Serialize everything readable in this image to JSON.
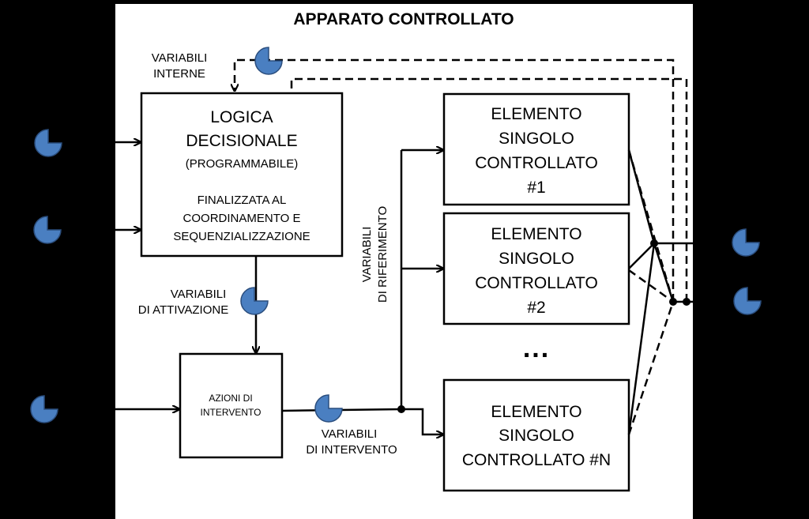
{
  "title": "APPARATO CONTROLLATO",
  "colors": {
    "outer_background": "#000000",
    "panel_background": "#ffffff",
    "stroke": "#000000",
    "pacman_fill": "#4a7fc1",
    "pacman_stroke": "#2b4e7e"
  },
  "icons": [
    "pacman-symbol"
  ],
  "logic_box": {
    "line1": "LOGICA",
    "line2": "DECISIONALE",
    "line3": "(PROGRAMMABILE)",
    "line4": "FINALIZZATA AL",
    "line5": "COORDINAMENTO E",
    "line6": "SEQUENZIALIZZAZIONE"
  },
  "actions_box": {
    "line1": "AZIONI DI",
    "line2": "INTERVENTO"
  },
  "elements": [
    {
      "line1": "ELEMENTO",
      "line2": "SINGOLO",
      "line3": "CONTROLLATO",
      "line4": "#1"
    },
    {
      "line1": "ELEMENTO",
      "line2": "SINGOLO",
      "line3": "CONTROLLATO",
      "line4": "#2"
    },
    {
      "line1": "ELEMENTO",
      "line2": "SINGOLO",
      "line3": "CONTROLLATO #N",
      "line4": ""
    }
  ],
  "ellipsis": "...",
  "labels": {
    "internal_vars_1": "VARIABILI",
    "internal_vars_2": "INTERNE",
    "activation_vars_1": "VARIABILI",
    "activation_vars_2": "DI ATTIVAZIONE",
    "intervention_vars_1": "VARIABILI",
    "intervention_vars_2": "DI INTERVENTO",
    "reference_vars_1": "VARIABILI",
    "reference_vars_2": "DI RIFERIMENTO"
  }
}
